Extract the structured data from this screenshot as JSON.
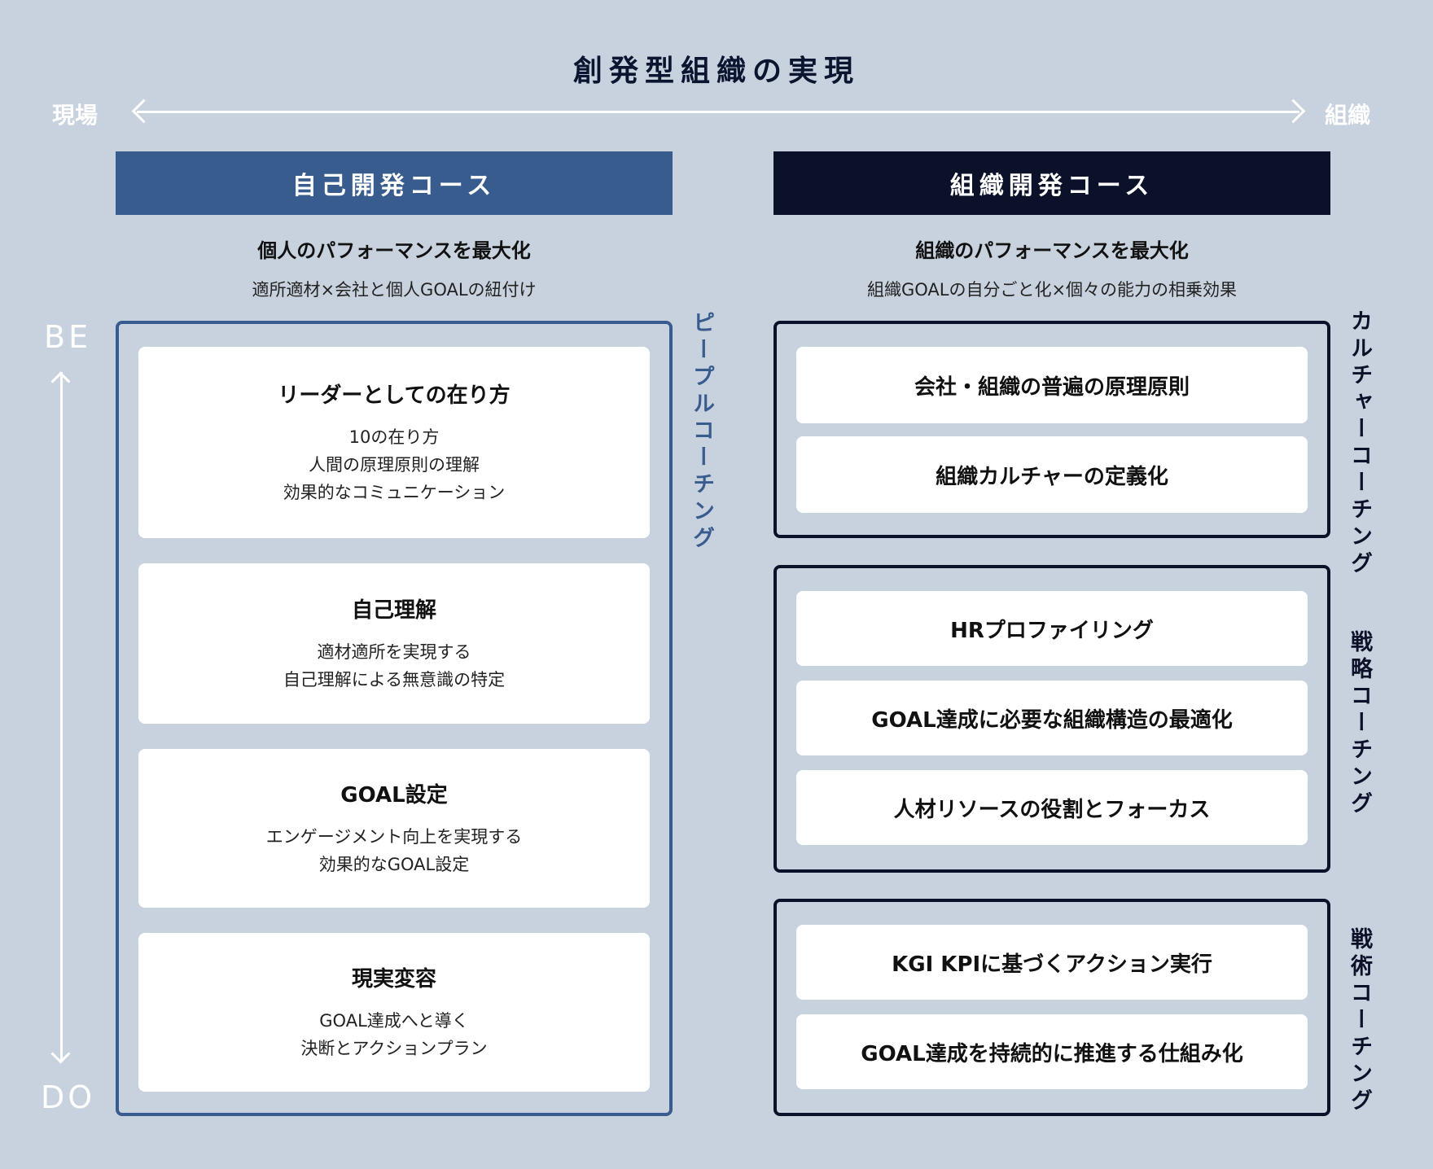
{
  "title": "創発型組織の実現",
  "axis": {
    "left": "現場",
    "right": "組織"
  },
  "vertical_axis": {
    "top": "BE",
    "bottom": "DO"
  },
  "colors": {
    "background": "#c8d2de",
    "left_accent": "#385c8e",
    "right_accent": "#0b1129",
    "card": "#ffffff"
  },
  "left_course": {
    "header": "自己開発コース",
    "subtitle": "個人のパフォーマンスを最大化",
    "description": "適所適材×会社と個人GOALの紐付け",
    "side_label": "ピープルコーチング",
    "cards": [
      {
        "title": "リーダーとしての在り方",
        "lines": [
          "10の在り方",
          "人間の原理原則の理解",
          "効果的なコミュニケーション"
        ]
      },
      {
        "title": "自己理解",
        "lines": [
          "適材適所を実現する",
          "自己理解による無意識の特定"
        ]
      },
      {
        "title": "GOAL設定",
        "lines": [
          "エンゲージメント向上を実現する",
          "効果的なGOAL設定"
        ]
      },
      {
        "title": "現実変容",
        "lines": [
          "GOAL達成へと導く",
          "決断とアクションプラン"
        ]
      }
    ]
  },
  "right_course": {
    "header": "組織開発コース",
    "subtitle": "組織のパフォーマンスを最大化",
    "description": "組織GOALの自分ごと化×個々の能力の相乗効果",
    "groups": [
      {
        "side_label": "カルチャーコーチング",
        "items": [
          "会社・組織の普遍の原理原則",
          "組織カルチャーの定義化"
        ]
      },
      {
        "side_label": "戦略コーチング",
        "items": [
          "HRプロファイリング",
          "GOAL達成に必要な組織構造の最適化",
          "人材リソースの役割とフォーカス"
        ]
      },
      {
        "side_label": "戦術コーチング",
        "items": [
          "KGI KPIに基づくアクション実行",
          "GOAL達成を持続的に推進する仕組み化"
        ]
      }
    ]
  }
}
